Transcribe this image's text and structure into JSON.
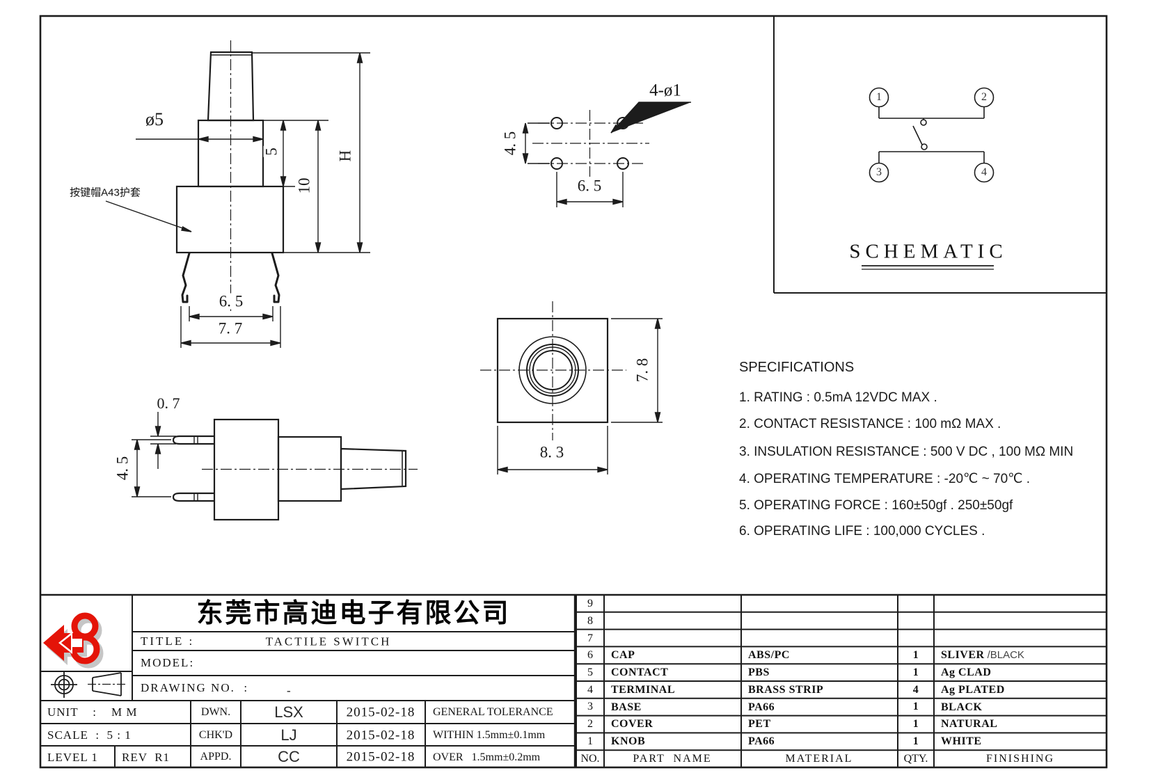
{
  "views": {
    "front": {
      "cap_label": "按键帽A43护套",
      "dia5": "ø5",
      "d5": "5",
      "d10": "10",
      "H": "H",
      "d65": "6. 5",
      "d77": "7. 7"
    },
    "pin_layout": {
      "label": "4-ø1",
      "d45": "4. 5",
      "d65": "6. 5"
    },
    "side": {
      "d07": "0. 7",
      "d45": "4. 5"
    },
    "top": {
      "d83": "8. 3",
      "d78": "7. 8"
    },
    "schematic": {
      "title": "SCHEMATIC",
      "pin1": "1",
      "pin2": "2",
      "pin3": "3",
      "pin4": "4"
    }
  },
  "specs": {
    "title": "SPECIFICATIONS",
    "items": [
      "1. RATING : 0.5mA 12VDC MAX .",
      "2. CONTACT RESISTANCE : 100 mΩ MAX .",
      "3. INSULATION RESISTANCE : 500 V DC , 100 MΩ MIN",
      "4. OPERATING TEMPERATURE : -20℃ ~ 70℃ .",
      "5. OPERATING FORCE : 160±50gf . 250±50gf",
      "6. OPERATING LIFE : 100,000 CYCLES ."
    ]
  },
  "title_block": {
    "company": "东莞市高迪电子有限公司",
    "title_label": "TITLE :",
    "title_value": "TACTILE SWITCH",
    "model_label": "MODEL:",
    "drawing_no_label": "DRAWING NO.  :",
    "drawing_no_value": "-",
    "unit": "UNIT    :    M M",
    "scale": "SCALE  :  5 : 1",
    "level": "LEVEL 1",
    "rev": "REV  R1",
    "dwn_label": "DWN.",
    "dwn": "LSX",
    "dwn_date": "2015-02-18",
    "chk_label": "CHK'D",
    "chk": "LJ",
    "chk_date": "2015-02-18",
    "appd_label": "APPD.",
    "appd": "CC",
    "appd_date": "2015-02-18",
    "tol_title": "GENERAL TOLERANCE",
    "tol_within": "WITHIN 1.5mm±0.1mm",
    "tol_over": "OVER   1.5mm±0.2mm"
  },
  "parts_table": {
    "headers": {
      "no": "NO.",
      "part": "PART  NAME",
      "material": "MATERIAL",
      "qty": "QTY.",
      "finishing": "FINISHING"
    },
    "rows": [
      {
        "no": "9",
        "part": "",
        "material": "",
        "qty": "",
        "finishing": "",
        "finishing_alt": ""
      },
      {
        "no": "8",
        "part": "",
        "material": "",
        "qty": "",
        "finishing": "",
        "finishing_alt": ""
      },
      {
        "no": "7",
        "part": "",
        "material": "",
        "qty": "",
        "finishing": "",
        "finishing_alt": ""
      },
      {
        "no": "6",
        "part": "CAP",
        "material": "ABS/PC",
        "qty": "1",
        "finishing": "SLIVER",
        "finishing_alt": "/BLACK"
      },
      {
        "no": "5",
        "part": "CONTACT",
        "material": "PBS",
        "qty": "1",
        "finishing": "Ag CLAD",
        "finishing_alt": ""
      },
      {
        "no": "4",
        "part": "TERMINAL",
        "material": "BRASS STRIP",
        "qty": "4",
        "finishing": "Ag PLATED",
        "finishing_alt": ""
      },
      {
        "no": "3",
        "part": "BASE",
        "material": "PA66",
        "qty": "1",
        "finishing": "BLACK",
        "finishing_alt": ""
      },
      {
        "no": "2",
        "part": "COVER",
        "material": "PET",
        "qty": "1",
        "finishing": "NATURAL",
        "finishing_alt": ""
      },
      {
        "no": "1",
        "part": "KNOB",
        "material": "PA66",
        "qty": "1",
        "finishing": "WHITE",
        "finishing_alt": ""
      }
    ]
  },
  "colors": {
    "line": "#1c1c1c",
    "logo_red": "#e41408",
    "shadow": "#c6c6c6"
  }
}
